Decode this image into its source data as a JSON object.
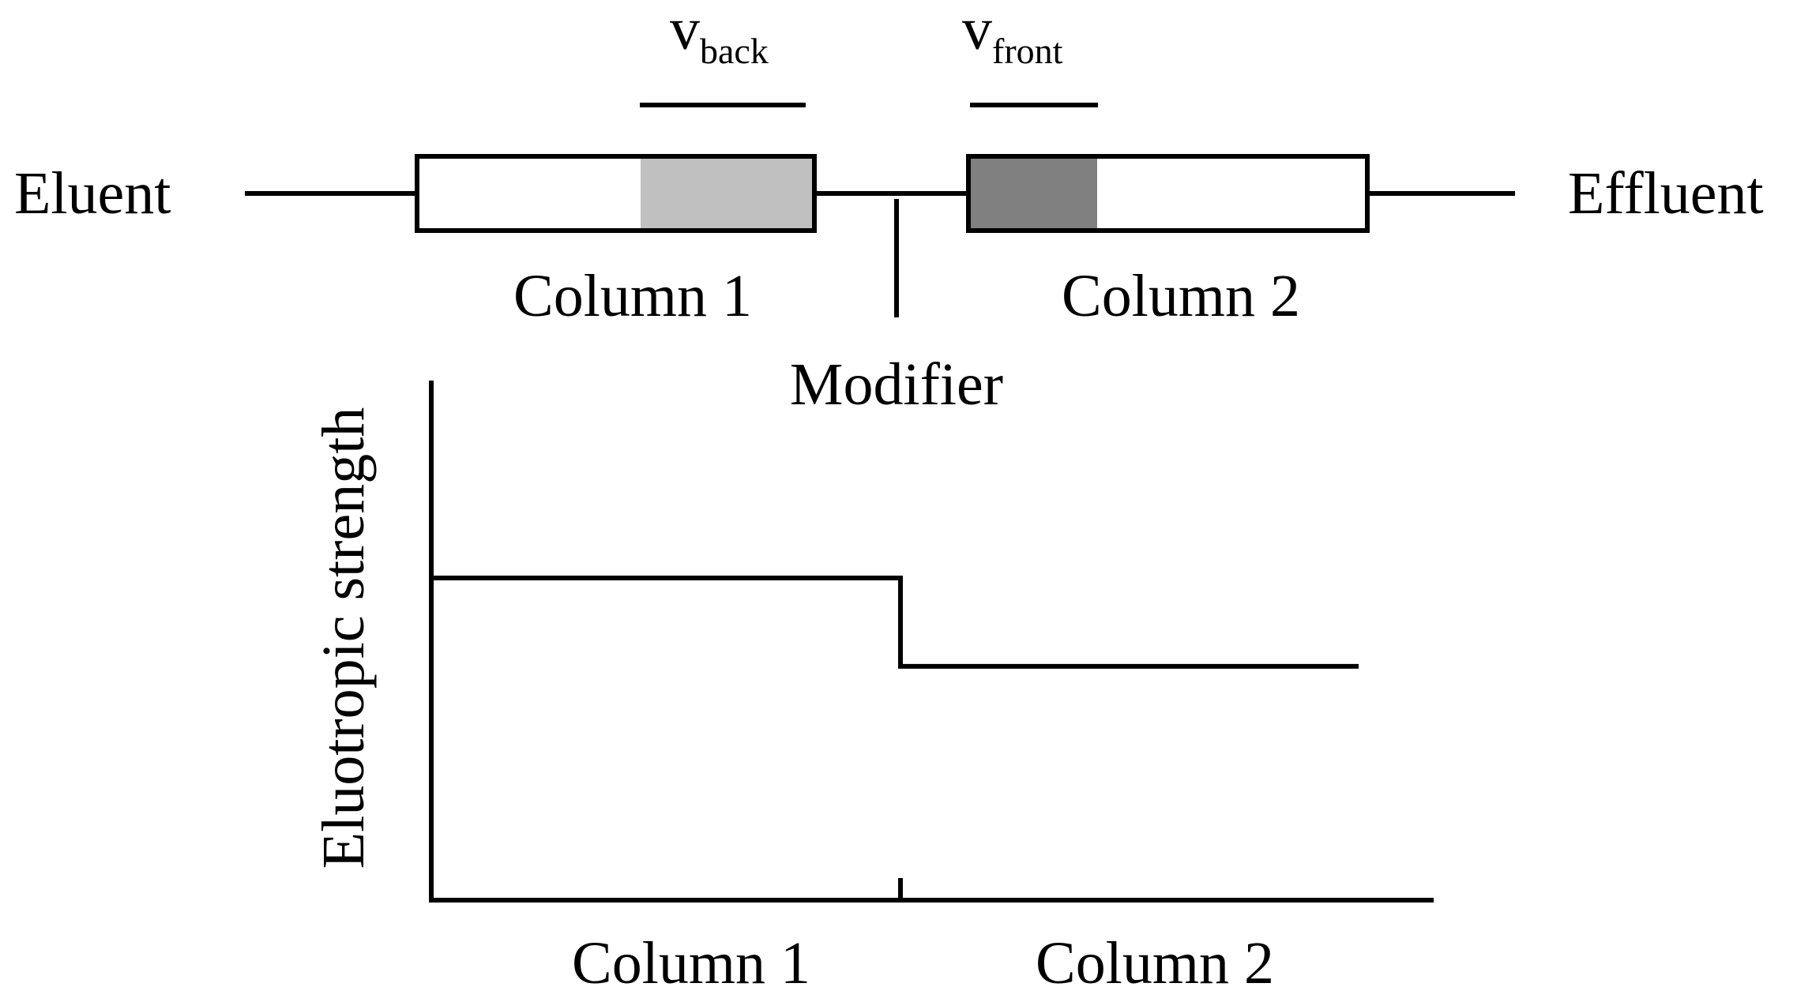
{
  "flow": {
    "inlet_label": "Eluent",
    "outlet_label": "Effluent",
    "modifier_label": "Modifier"
  },
  "columns": [
    {
      "label": "Column 1",
      "zone_color": "#c0c0c0"
    },
    {
      "label": "Column 2",
      "zone_color": "#808080"
    }
  ],
  "velocities": {
    "back": {
      "main": "v",
      "sub": "back"
    },
    "front": {
      "main": "v",
      "sub": "front"
    }
  },
  "plot": {
    "ylabel": "Eluotropic strength",
    "x_categories": [
      "Column 1",
      "Column 2"
    ],
    "levels": [
      0.62,
      0.45
    ]
  },
  "colors": {
    "line": "#000000",
    "background": "#ffffff"
  }
}
